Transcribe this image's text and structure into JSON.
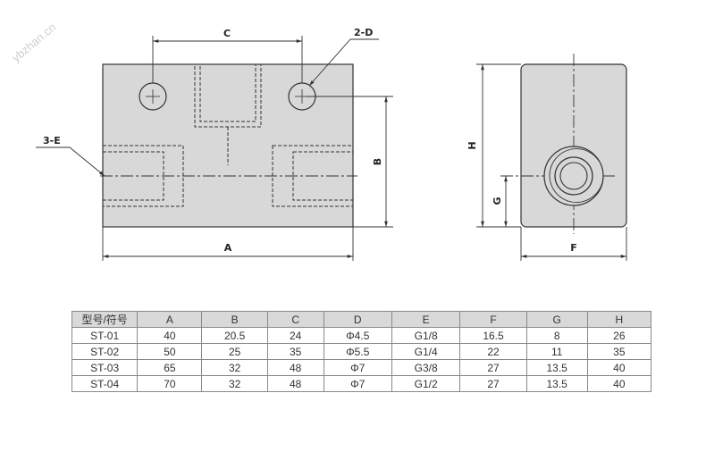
{
  "drawing": {
    "labels": {
      "A": "A",
      "B": "B",
      "C": "C",
      "D": "2-D",
      "E": "3-E",
      "F": "F",
      "G": "G",
      "H": "H"
    },
    "watermark": "ybzhan.cn"
  },
  "spec_table": {
    "headers": [
      "型号/符号",
      "A",
      "B",
      "C",
      "D",
      "E",
      "F",
      "G",
      "H"
    ],
    "rows": [
      [
        "ST-01",
        "40",
        "20.5",
        "24",
        "Φ4.5",
        "G1/8",
        "16.5",
        "8",
        "26"
      ],
      [
        "ST-02",
        "50",
        "25",
        "35",
        "Φ5.5",
        "G1/4",
        "22",
        "11",
        "35"
      ],
      [
        "ST-03",
        "65",
        "32",
        "48",
        "Φ7",
        "G3/8",
        "27",
        "13.5",
        "40"
      ],
      [
        "ST-04",
        "70",
        "32",
        "48",
        "Φ7",
        "G1/2",
        "27",
        "13.5",
        "40"
      ]
    ]
  }
}
